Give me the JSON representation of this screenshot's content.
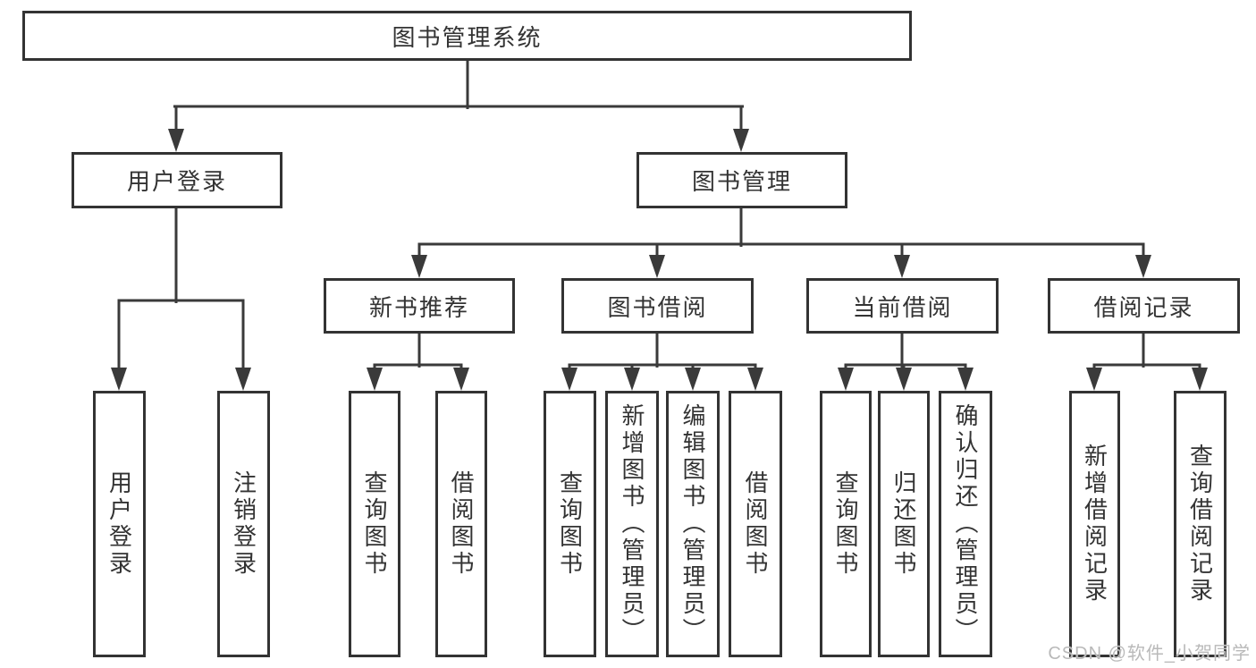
{
  "diagram": {
    "colors": {
      "line": "#3a3a3a",
      "border": "#333333",
      "text": "#333333",
      "watermark": "#b9b9b9",
      "background": "#ffffff"
    },
    "root": {
      "label": "图书管理系统"
    },
    "branches": {
      "user_login": {
        "label": "用户登录",
        "children": [
          {
            "label": "用户登录"
          },
          {
            "label": "注销登录"
          }
        ]
      },
      "book_management": {
        "label": "图书管理",
        "children": [
          {
            "label": "新书推荐",
            "children": [
              {
                "label": "查询图书"
              },
              {
                "label": "借阅图书"
              }
            ]
          },
          {
            "label": "图书借阅",
            "children": [
              {
                "label": "查询图书"
              },
              {
                "label": "新增图书（管理员）"
              },
              {
                "label": "编辑图书（管理员）"
              },
              {
                "label": "借阅图书"
              }
            ]
          },
          {
            "label": "当前借阅",
            "children": [
              {
                "label": "查询图书"
              },
              {
                "label": "归还图书"
              },
              {
                "label": "确认归还（管理员）"
              }
            ]
          },
          {
            "label": "借阅记录",
            "children": [
              {
                "label": "新增借阅记录"
              },
              {
                "label": "查询借阅记录"
              }
            ]
          }
        ]
      }
    },
    "watermark": "CSDN @软件_小贺同学"
  }
}
